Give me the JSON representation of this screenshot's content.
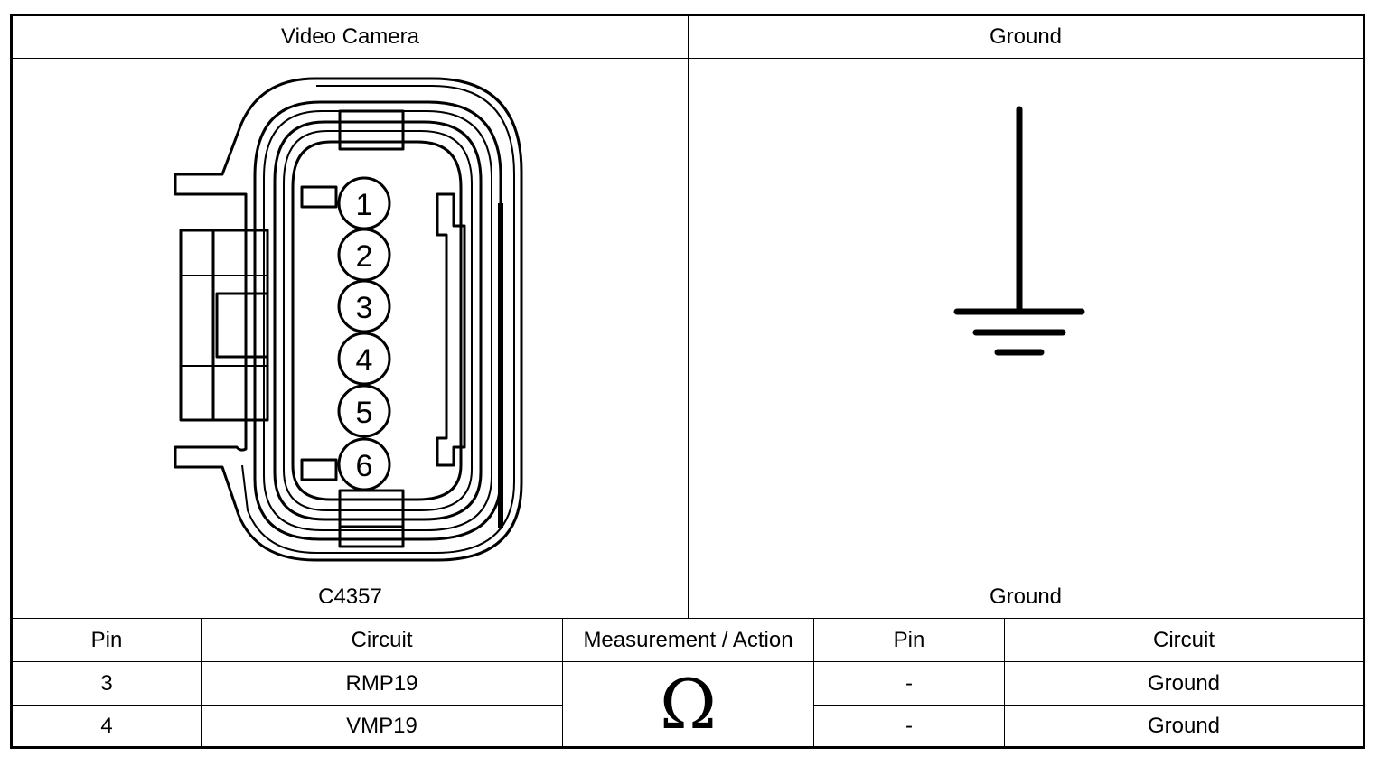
{
  "header": {
    "left_title": "Video Camera",
    "right_title": "Ground"
  },
  "connector": {
    "id": "C4357",
    "pins": [
      "1",
      "2",
      "3",
      "4",
      "5",
      "6"
    ]
  },
  "ground_label": "Ground",
  "table": {
    "headers": [
      "Pin",
      "Circuit",
      "Measurement / Action",
      "Pin",
      "Circuit"
    ],
    "measurement_symbol": "Ω",
    "rows": [
      {
        "pin": "3",
        "circuit": "RMP19",
        "pin2": "-",
        "circuit2": "Ground"
      },
      {
        "pin": "4",
        "circuit": "VMP19",
        "pin2": "-",
        "circuit2": "Ground"
      }
    ]
  }
}
